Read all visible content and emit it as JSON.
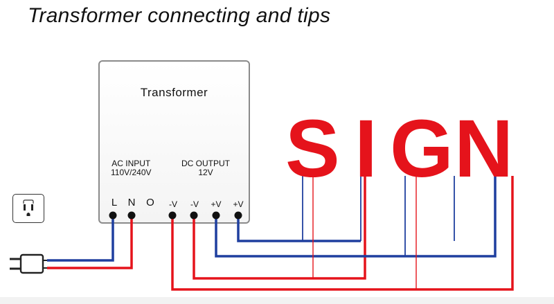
{
  "title": "Transformer connecting and tips",
  "transformer": {
    "label": "Transformer",
    "ac_input": {
      "line1": "AC INPUT",
      "line2": "110V/240V"
    },
    "dc_output": {
      "line1": "DC OUTPUT",
      "line2": "12V"
    },
    "terminals": {
      "L": "L",
      "N": "N",
      "O": "O",
      "neg1": "-V",
      "neg2": "-V",
      "pos1": "+V",
      "pos2": "+V"
    }
  },
  "sign": {
    "letters": [
      "S",
      "I",
      "G",
      "N"
    ]
  },
  "colors": {
    "positive_wire": "#1f3f9f",
    "negative_wire": "#e5131b",
    "sign": "#e5131b",
    "box_border": "#8a8a8a"
  },
  "icons": {
    "outlet": "power-outlet-icon",
    "plug": "power-plug-icon"
  }
}
